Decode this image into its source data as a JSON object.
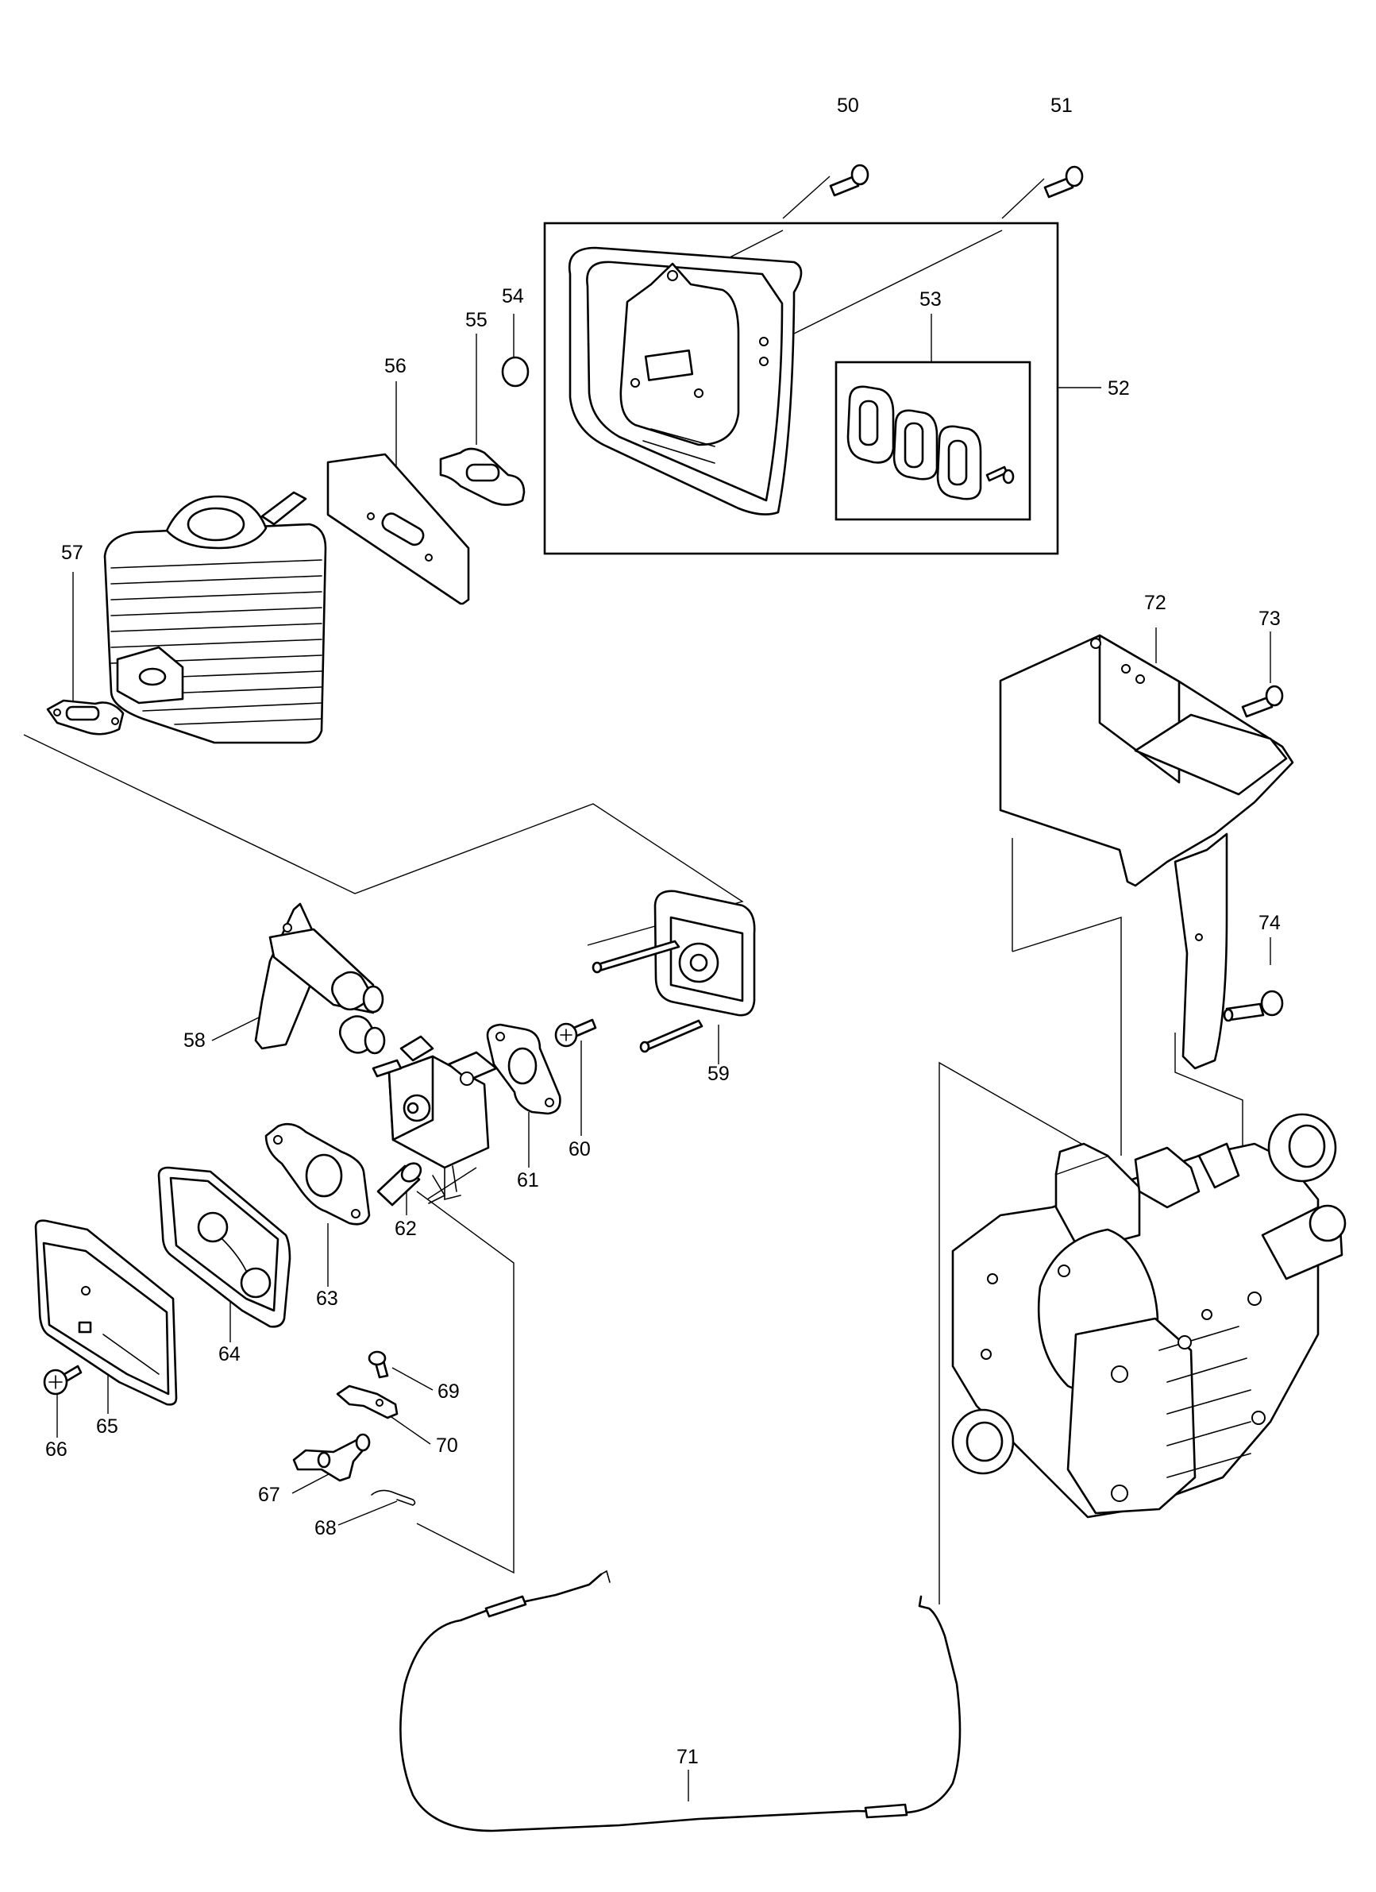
{
  "labels": {
    "p50": "50",
    "p51": "51",
    "p52": "52",
    "p53": "53",
    "p54": "54",
    "p55": "55",
    "p56": "56",
    "p57": "57",
    "p58": "58",
    "p59": "59",
    "p60": "60",
    "p61": "61",
    "p62": "62",
    "p63": "63",
    "p64": "64",
    "p65": "65",
    "p66": "66",
    "p67": "67",
    "p68": "68",
    "p69": "69",
    "p70": "70",
    "p71": "71",
    "p72": "72",
    "p73": "73",
    "p74": "74"
  }
}
